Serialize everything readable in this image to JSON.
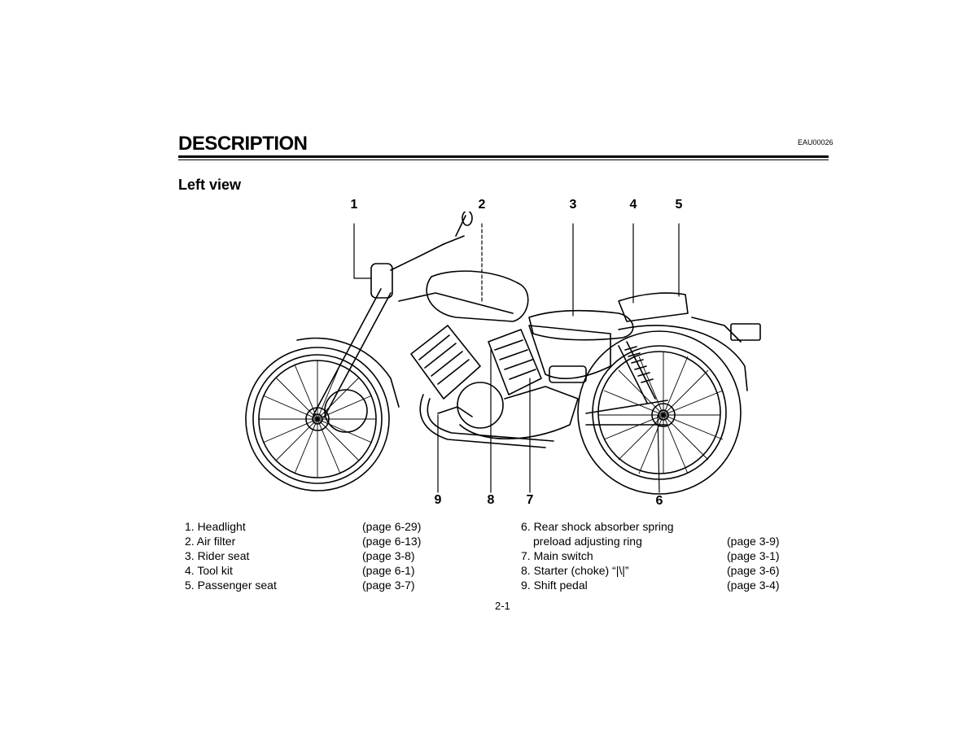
{
  "header": {
    "title": "DESCRIPTION",
    "code": "EAU00026"
  },
  "section_title": "Left view",
  "callouts": [
    "1",
    "2",
    "3",
    "4",
    "5",
    "6",
    "7",
    "8",
    "9"
  ],
  "legend_left": [
    {
      "label": "1. Headlight",
      "page": "(page 6-29)"
    },
    {
      "label": "2. Air filter",
      "page": "(page 6-13)"
    },
    {
      "label": "3. Rider seat",
      "page": "(page 3-8)"
    },
    {
      "label": "4. Tool kit",
      "page": "(page 6-1)"
    },
    {
      "label": "5. Passenger seat",
      "page": "(page 3-7)"
    }
  ],
  "legend_right": [
    {
      "label": "6. Rear shock absorber spring",
      "page": ""
    },
    {
      "label": "preload adjusting ring",
      "page": "(page 3-9)"
    },
    {
      "label": "7. Main switch",
      "page": "(page 3-1)"
    },
    {
      "label": "8. Starter (choke) “|\\|”",
      "page": "(page 3-6)"
    },
    {
      "label": "9. Shift pedal",
      "page": "(page 3-4)"
    }
  ],
  "page_number": "2-1"
}
